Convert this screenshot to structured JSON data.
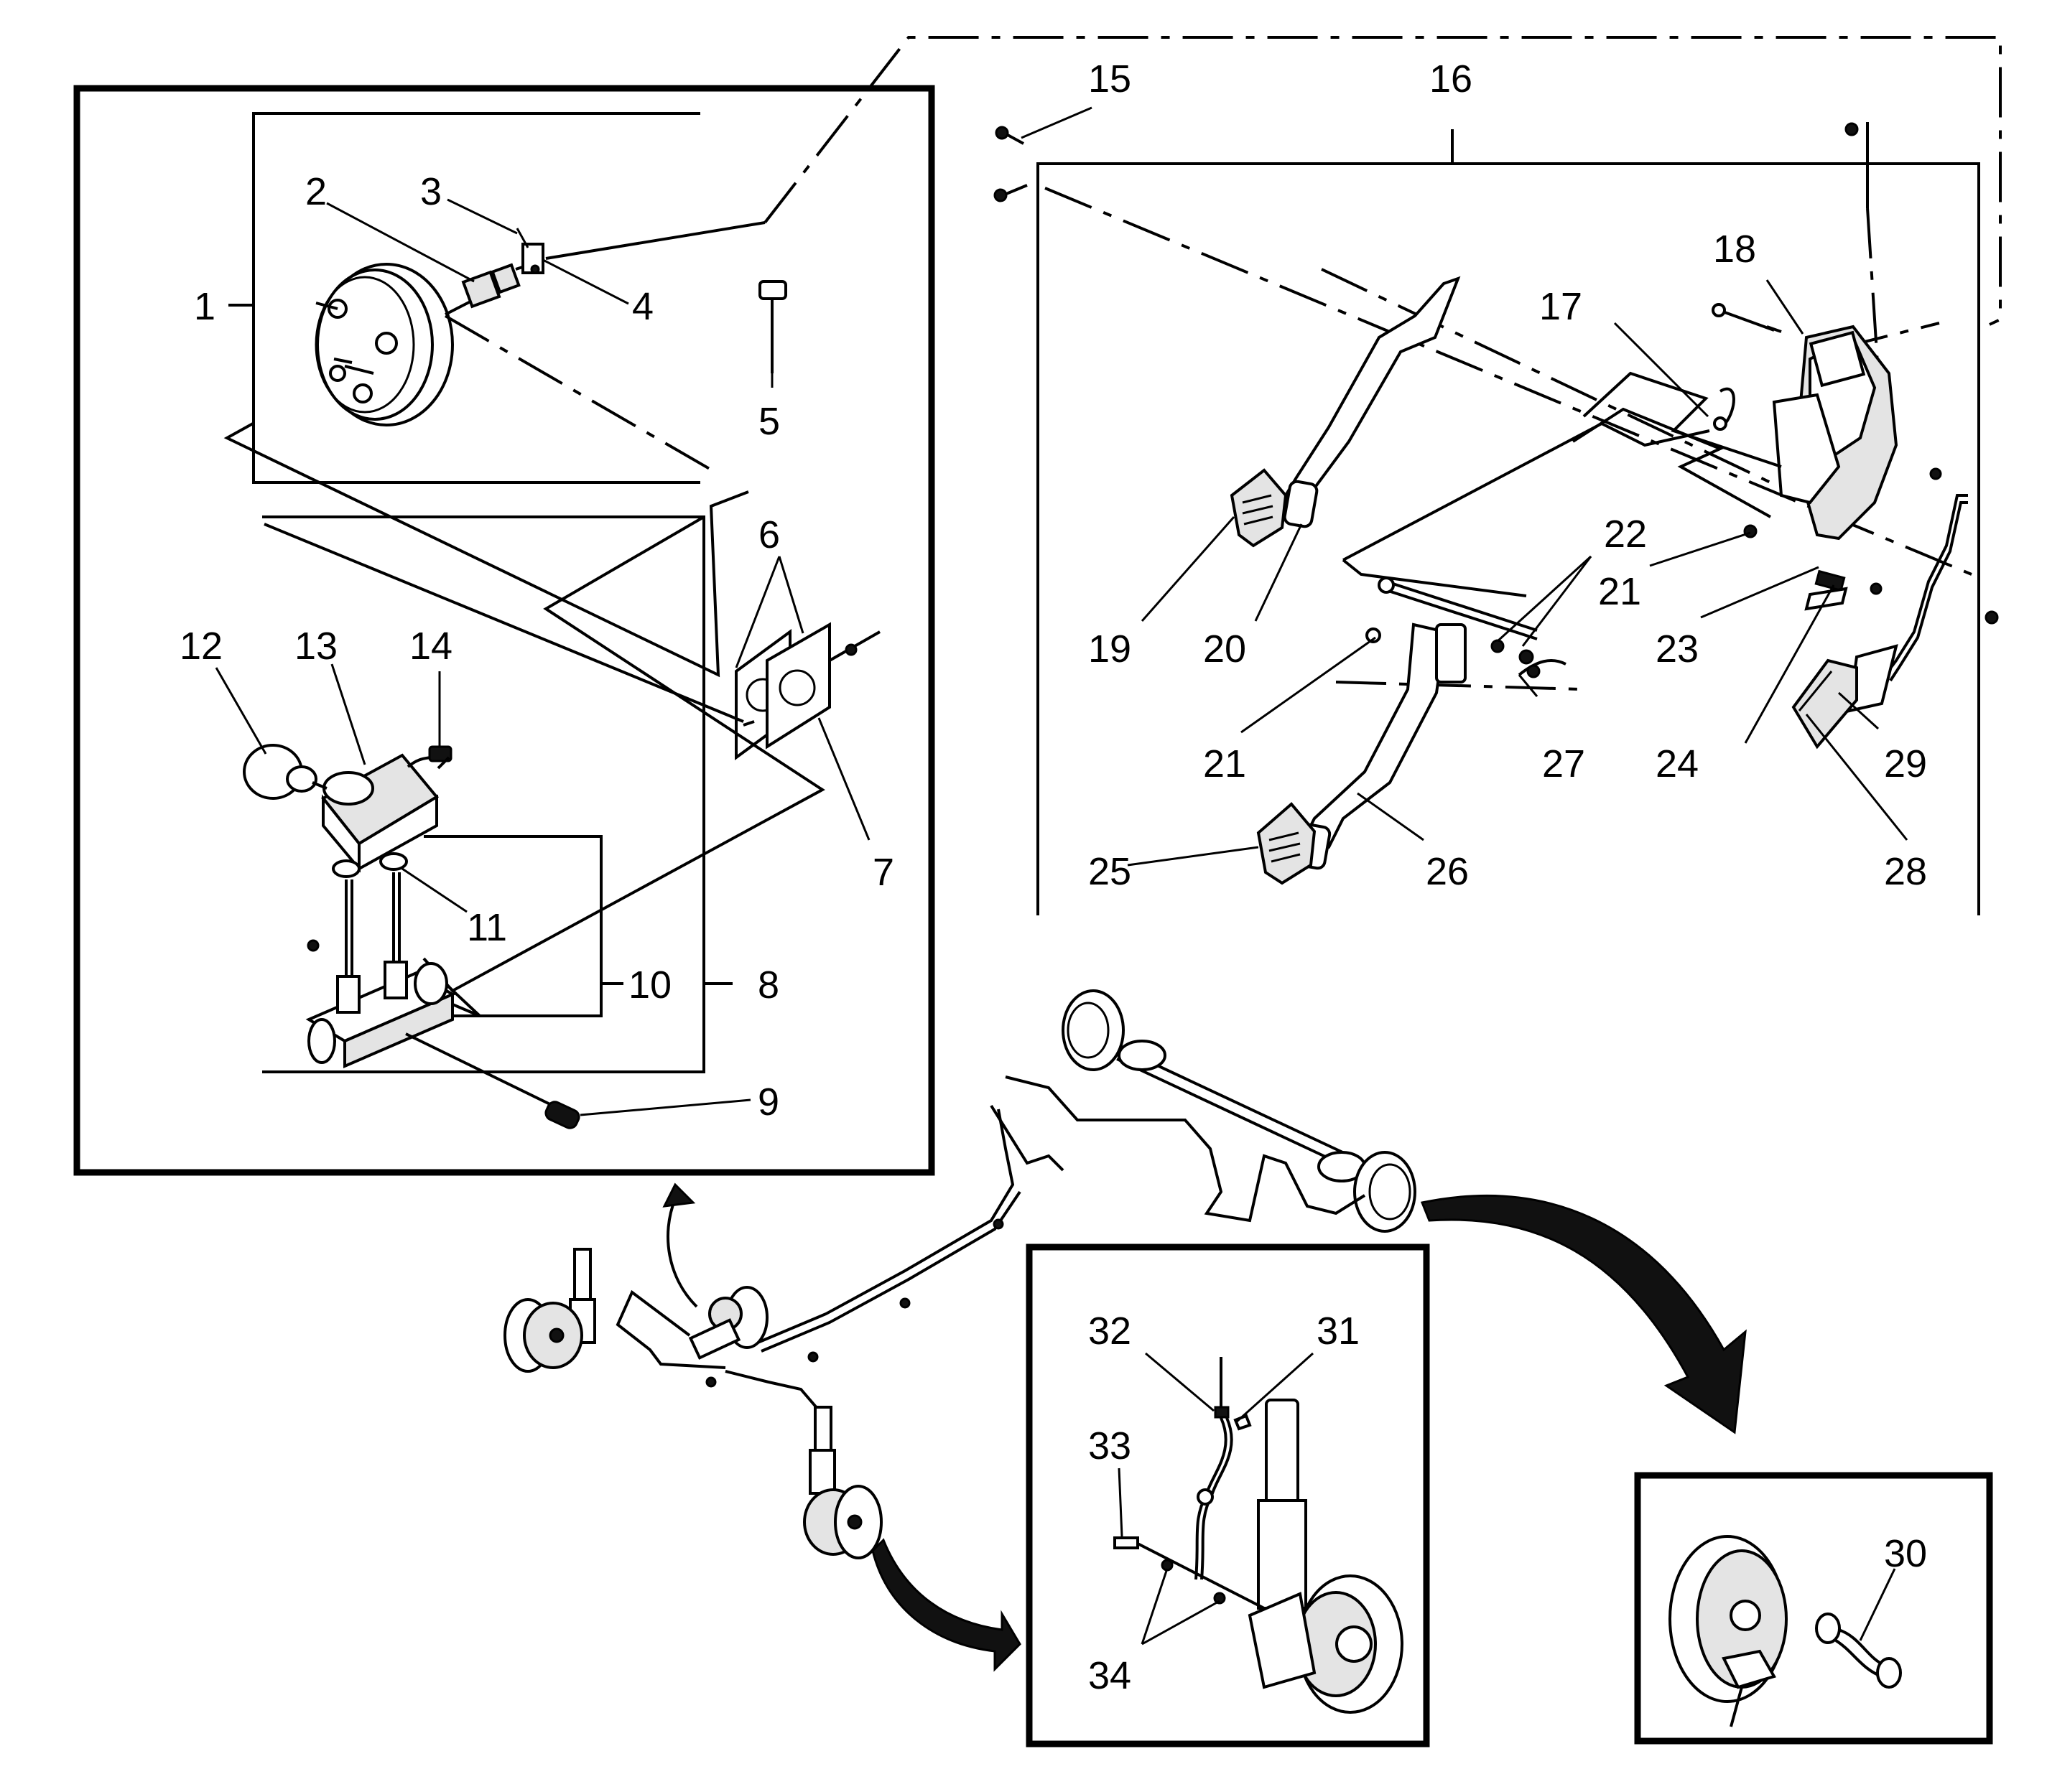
{
  "callouts": {
    "n1": "1",
    "n2": "2",
    "n3": "3",
    "n4": "4",
    "n5": "5",
    "n6": "6",
    "n7": "7",
    "n8": "8",
    "n9": "9",
    "n10": "10",
    "n11": "11",
    "n12": "12",
    "n13": "13",
    "n14": "14",
    "n15": "15",
    "n16": "16",
    "n17": "17",
    "n18": "18",
    "n19": "19",
    "n20": "20",
    "n21a": "21",
    "n21b": "21",
    "n22": "22",
    "n23": "23",
    "n24": "24",
    "n25": "25",
    "n26": "26",
    "n27": "27",
    "n28": "28",
    "n29": "29",
    "n30": "30",
    "n31": "31",
    "n32": "32",
    "n33": "33",
    "n34": "34"
  }
}
